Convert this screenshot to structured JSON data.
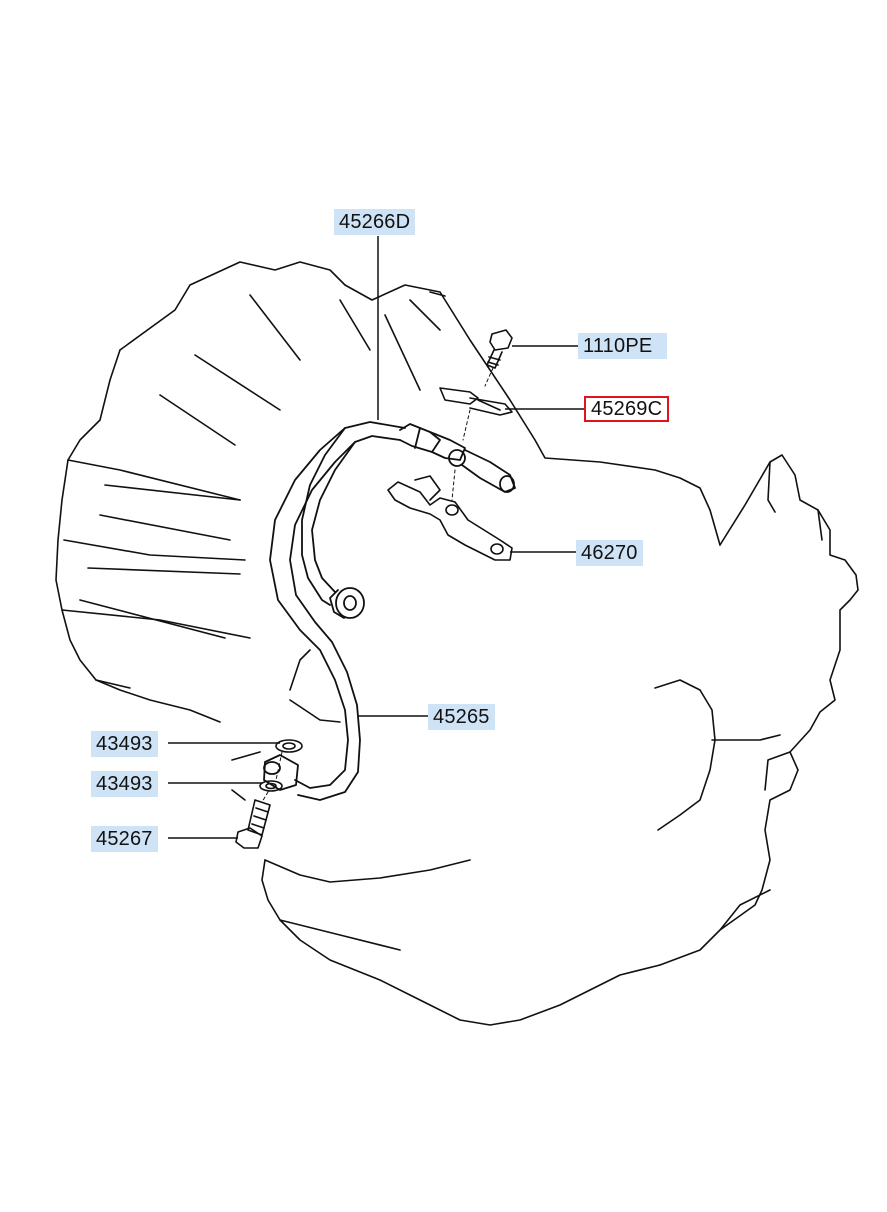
{
  "diagram": {
    "labels": {
      "l45266D": "45266D",
      "l1110PE": "1110PE",
      "l45269C": "45269C",
      "l46270": "46270",
      "l45265": "45265",
      "l43493a": "43493",
      "l43493b": "43493",
      "l45267": "45267"
    },
    "selected_part": "45269C",
    "colors": {
      "label_background": "#cfe3f7",
      "selected_border": "#e0141e",
      "line": "#111111"
    }
  }
}
